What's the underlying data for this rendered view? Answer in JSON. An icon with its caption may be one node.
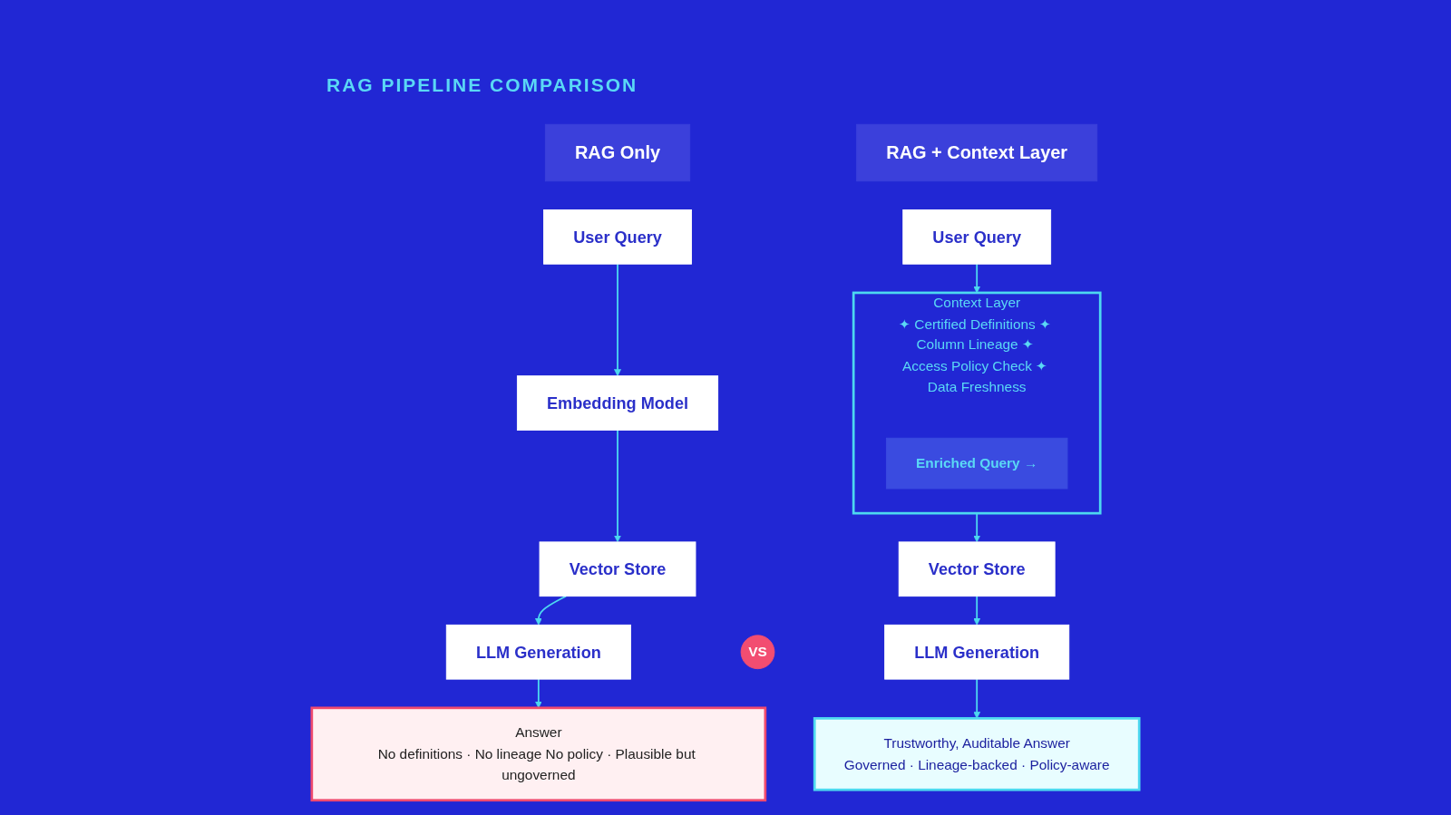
{
  "diagram": {
    "title": "RAG PIPELINE COMPARISON",
    "nodes": [
      {
        "text": [
          "RAG Only"
        ]
      },
      {
        "text": [
          "User Query"
        ]
      },
      {
        "text": [
          "Embedding Model"
        ]
      },
      {
        "text": [
          "Vector Store"
        ]
      },
      {
        "text": [
          "LLM Generation"
        ]
      },
      {
        "text": [
          "Answer",
          "No definitions · No lineage No policy · Plausible but ungoverned"
        ]
      },
      {
        "text": [
          "VS"
        ]
      },
      {
        "text": [
          "RAG + Context Layer"
        ]
      },
      {
        "text": [
          "User Query"
        ]
      },
      {
        "text": [
          "Context Layer",
          "✦ Certified Definitions ✦ Column Lineage ✦ Access Policy Check ✦ Data Freshness"
        ]
      },
      {
        "text": [
          "Enriched Query →"
        ],
        "in": 9
      },
      {
        "text": [
          "Vector Store"
        ]
      },
      {
        "text": [
          "LLM Generation"
        ]
      },
      {
        "text": [
          "Trustworthy, Auditable Answer",
          "Governed · Lineage-backed · Policy-aware"
        ]
      }
    ],
    "edges": [
      {
        "from": 1,
        "to": 2,
        "arrow": "to"
      },
      {
        "from": 2,
        "to": 3,
        "arrow": "to"
      },
      {
        "from": 3,
        "to": 4,
        "arrow": "to"
      },
      {
        "from": 4,
        "to": 5,
        "arrow": "to"
      },
      {
        "from": 8,
        "to": 9,
        "arrow": "to"
      },
      {
        "from": 9,
        "to": 11,
        "arrow": "to"
      },
      {
        "from": 11,
        "to": 12,
        "arrow": "to"
      },
      {
        "from": 12,
        "to": 13,
        "arrow": "to"
      }
    ]
  }
}
